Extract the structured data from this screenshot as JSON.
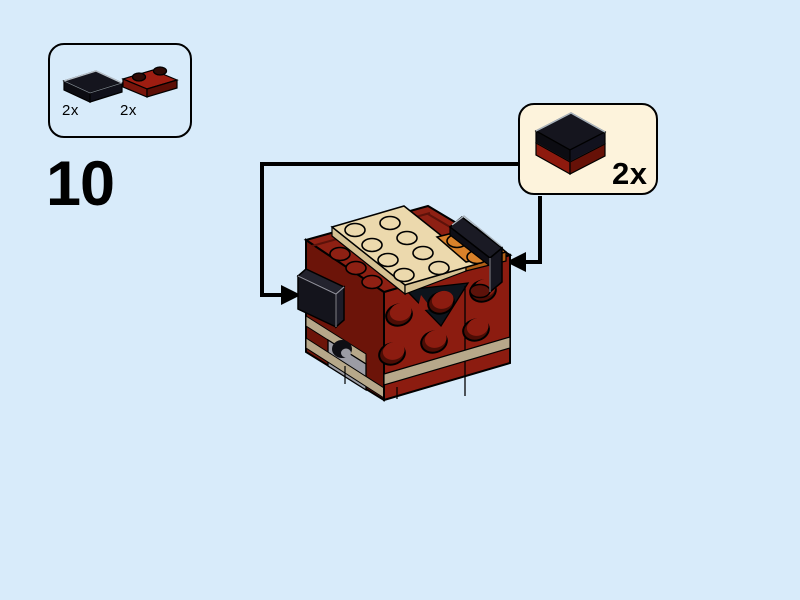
{
  "page": {
    "background_color": "#d8ebfa"
  },
  "step": {
    "number": "10"
  },
  "parts_inventory": {
    "items": [
      {
        "quantity": "2x",
        "part": "black-tile-1x2"
      },
      {
        "quantity": "2x",
        "part": "dark-red-plate-1x2"
      }
    ]
  },
  "callout": {
    "quantity": "2x",
    "part": "black-tile-on-dark-red-plate-stack",
    "background_color": "#fdf3dc"
  },
  "model": {
    "subject": "partially-built dark red BrickHeadz head, isometric view",
    "colors": {
      "dark_red_top": "#8e2013",
      "dark_red_front": "#8c1c10",
      "dark_red_side": "#6c1409",
      "tan_plate": "#ecd9ad",
      "tan_stripe": "#b7a88a",
      "orange": "#d9812a",
      "black_piece": "#14141c",
      "grey_piece": "#9c9ca4"
    }
  }
}
